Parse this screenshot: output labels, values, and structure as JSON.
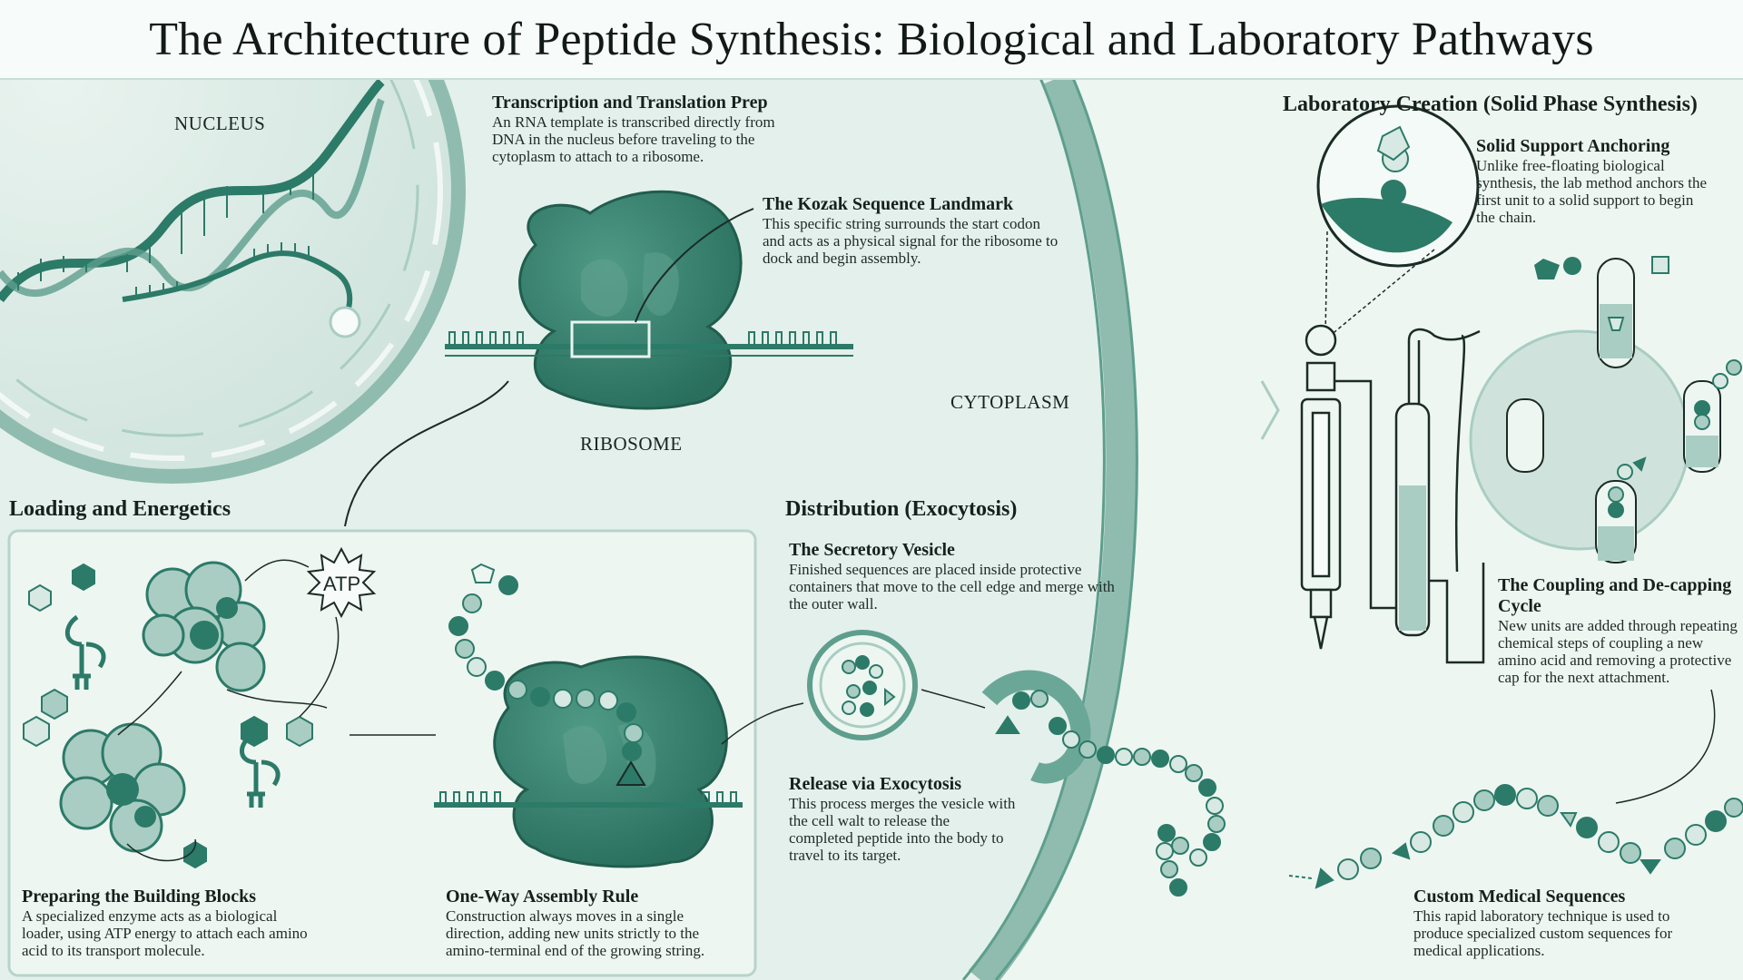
{
  "title": "The Architecture of Peptide Synthesis: Biological and Laboratory Pathways",
  "labels": {
    "nucleus": "NUCLEUS",
    "ribosome": "RIBOSOME",
    "cytoplasm": "CYTOPLASM",
    "atp": "ATP"
  },
  "sections": {
    "loading": "Loading and Energetics",
    "distribution": "Distribution (Exocytosis)",
    "laboratory": "Laboratory Creation (Solid Phase Synthesis)"
  },
  "callouts": {
    "transcription": {
      "title": "Transcription and Translation Prep",
      "body": "An RNA template is transcribed directly from DNA in the nucleus before traveling to the cytoplasm to attach to a ribosome."
    },
    "kozak": {
      "title": "The Kozak Sequence Landmark",
      "body": "This specific string surrounds the start codon and acts as a physical signal for the ribosome to dock and begin assembly."
    },
    "building_blocks": {
      "title": "Preparing the Building Blocks",
      "body": "A specialized enzyme acts as a biological loader, using ATP energy to attach each amino acid to its transport molecule."
    },
    "one_way": {
      "title": "One-Way Assembly Rule",
      "body": "Construction always moves in a single direction, adding new units strictly to the amino-terminal end of the growing string."
    },
    "vesicle": {
      "title": "The Secretory Vesicle",
      "body": "Finished sequences are placed inside protective containers that move to the cell edge and merge with the outer wall."
    },
    "release": {
      "title": "Release via Exocytosis",
      "body": "This process merges the vesicle with the cell walt to release the completed peptide into the body to travel to its target."
    },
    "solid_support": {
      "title": "Solid Support Anchoring",
      "body": "Unlike free-floating biological synthesis, the lab method anchors the first unit to a solid support to begin the chain."
    },
    "coupling": {
      "title": "The Coupling and De-capping Cycle",
      "body": "New units are added through repeating chemical steps of coupling a new amino acid and removing a protective cap for the next attachment."
    },
    "custom": {
      "title": "Custom Medical Sequences",
      "body": "This rapid laboratory technique is used to produce specialized custom sequences for medical applications."
    }
  },
  "colors": {
    "background": "#eef6f2",
    "teal_dark": "#2c7a68",
    "teal_mid": "#5e9e8d",
    "teal_light": "#a9cdc2",
    "pale": "#d7e9e2",
    "ink": "#16211d"
  }
}
